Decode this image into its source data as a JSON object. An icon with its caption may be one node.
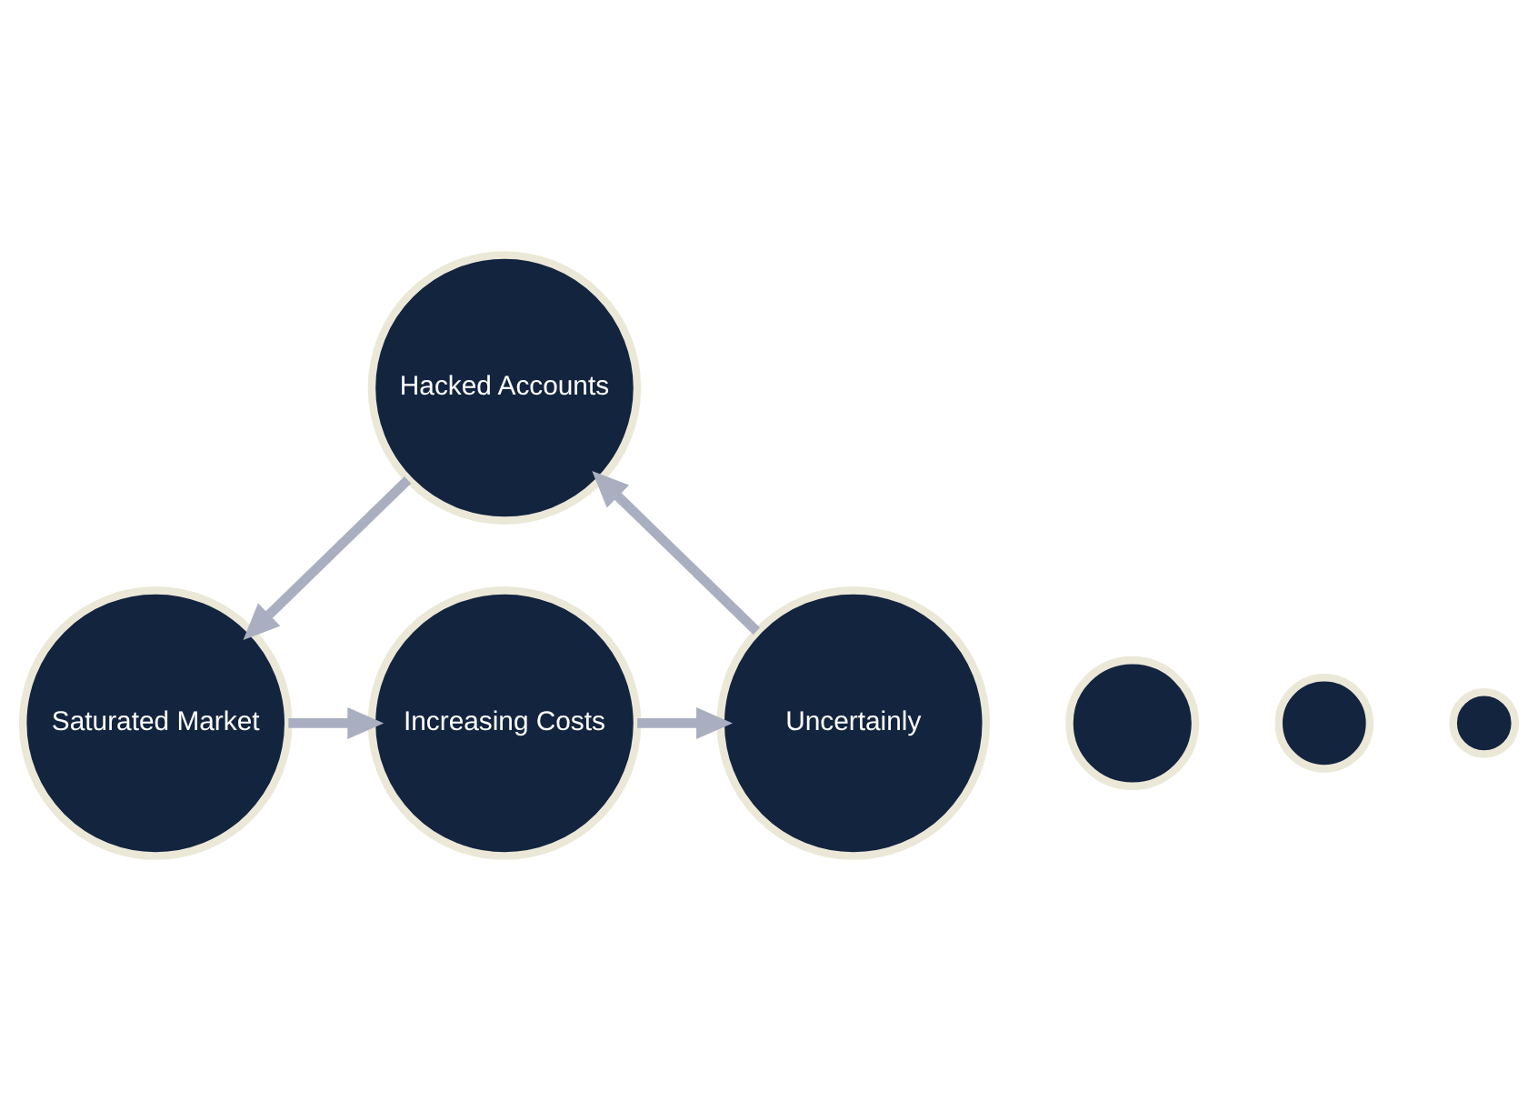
{
  "diagram": {
    "nodes": [
      {
        "text": [
          "Increasing Costs"
        ]
      },
      {
        "text": [
          "Uncertainly"
        ]
      },
      {
        "text": [
          "Hacked Accounts"
        ]
      },
      {
        "text": [
          "Saturated Market"
        ]
      },
      {
        "text": [],
        "shape": "circle"
      },
      {
        "text": [],
        "shape": "circle"
      },
      {
        "text": [],
        "shape": "circle"
      }
    ],
    "edges": [
      {
        "from": 0,
        "to": 1,
        "arrow": "to"
      },
      {
        "from": 1,
        "to": 2,
        "arrow": "to"
      },
      {
        "from": 2,
        "to": 3,
        "arrow": "to"
      },
      {
        "from": 3,
        "to": 0,
        "arrow": "to"
      }
    ]
  }
}
